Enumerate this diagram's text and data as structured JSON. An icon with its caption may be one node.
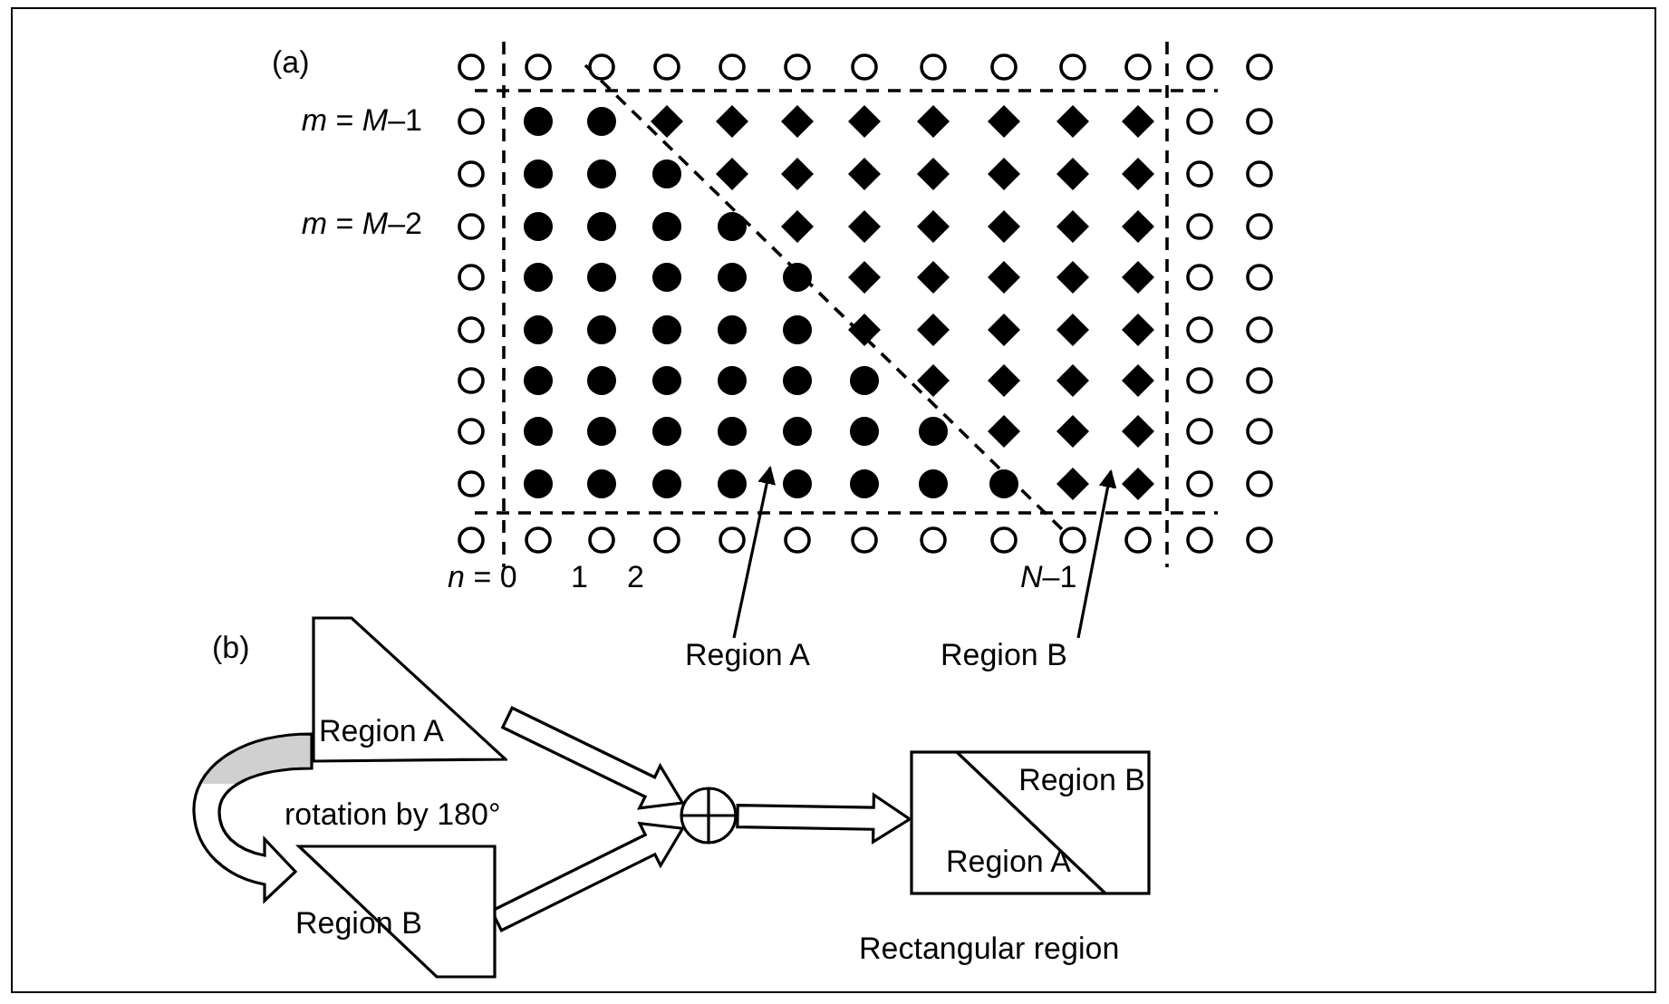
{
  "diagram": {
    "nodes": [
      {
        "text": [
          "Region A"
        ]
      },
      {
        "text": [
          "Region B"
        ]
      },
      {
        "text": [
          "Region A"
        ]
      },
      {
        "text": [
          "Region B"
        ]
      },
      {
        "text": [],
        "shape": "circle"
      },
      {
        "text": [
          "Region B",
          "Region A"
        ],
        "beside": [
          "Rectangular region"
        ]
      }
    ],
    "edges": [
      {
        "from": 0,
        "to": null,
        "arrow": "to"
      },
      {
        "from": 1,
        "to": null,
        "arrow": "to"
      },
      {
        "from": 2,
        "to": 3,
        "arrow": "to"
      },
      {
        "from": 2,
        "to": 4,
        "arrow": "to"
      },
      {
        "from": 3,
        "to": 4,
        "arrow": "to"
      },
      {
        "from": 4,
        "to": 5,
        "arrow": "to"
      }
    ],
    "labels": [
      "(a)",
      "*m* = *M*–1",
      "*m* = *M*–2",
      "*n* = 0",
      "1",
      "2",
      "*N*–1",
      "(b)",
      "rotation by 180°"
    ]
  }
}
